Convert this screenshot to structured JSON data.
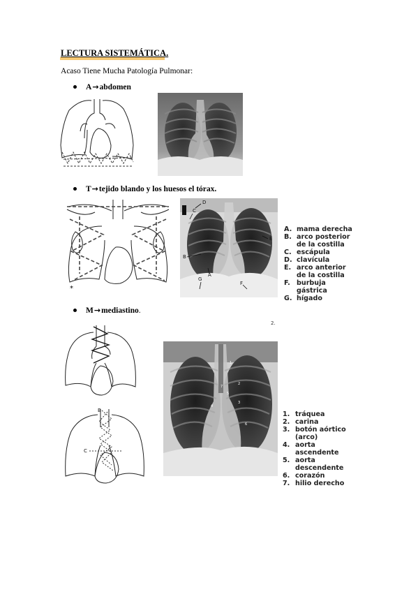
{
  "title": "LECTURA SISTEMÁTICA.",
  "subtitle_parts": [
    "A",
    "caso ",
    "T",
    "iene ",
    "M",
    "ucha ",
    "P",
    "atología ",
    "P",
    "ulmonar:"
  ],
  "sections": [
    {
      "letter": "A",
      "arrow": "→",
      "text": " abdomen",
      "extra": ""
    },
    {
      "letter": "T",
      "arrow": "→",
      "text": " tejido blando y los huesos el tórax.",
      "extra": ""
    },
    {
      "letter": "M",
      "arrow": "→",
      "text": " mediastino",
      "extra": "."
    }
  ],
  "legend_t": [
    {
      "k": "A.",
      "v": "mama derecha"
    },
    {
      "k": "B.",
      "v": "arco posterior de la costilla"
    },
    {
      "k": "C.",
      "v": "escápula"
    },
    {
      "k": "D.",
      "v": "clavícula"
    },
    {
      "k": "E.",
      "v": "arco anterior de la costilla"
    },
    {
      "k": "F.",
      "v": "burbuja gástrica"
    },
    {
      "k": "G.",
      "v": "hígado"
    }
  ],
  "legend_m": [
    {
      "k": "1.",
      "v": "tráquea"
    },
    {
      "k": "2.",
      "v": "carina"
    },
    {
      "k": "3.",
      "v": "botón aórtico (arco)"
    },
    {
      "k": "4.",
      "v": "aorta ascendente"
    },
    {
      "k": "5.",
      "v": "aorta descendente"
    },
    {
      "k": "6.",
      "v": "corazón"
    },
    {
      "k": "7.",
      "v": "hilio derecho"
    }
  ],
  "xray_t_labels": [
    "D",
    "C",
    "E",
    "B",
    "A",
    "G",
    "F"
  ],
  "xray_m_labels": [
    "1",
    "2",
    "3",
    "4",
    "5",
    "6",
    "7"
  ],
  "diagram_labels": {
    "B": "B",
    "C": "C",
    "star": "*"
  },
  "corner_mark": "2."
}
